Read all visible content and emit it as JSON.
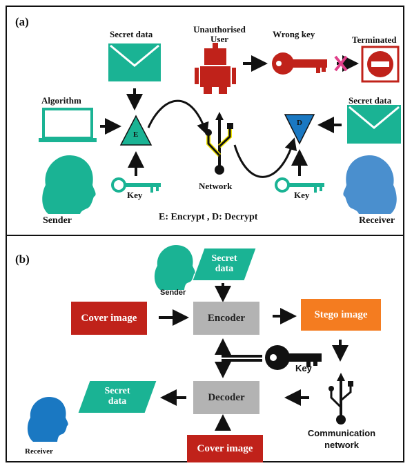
{
  "panel_a": {
    "label": "(a)",
    "secret_data_sender": "Secret data",
    "unauthorised_user": "Unauthorised User",
    "wrong_key": "Wrong key",
    "terminated": "Terminated",
    "algorithm": "Algorithm",
    "encrypt_symbol": "E",
    "decrypt_symbol": "D",
    "network": "Network",
    "key_left": "Key",
    "key_right": "Key",
    "secret_data_receiver": "Secret data",
    "sender": "Sender",
    "receiver": "Receiver",
    "legend": "E: Encrypt  ,  D: Decrypt"
  },
  "panel_b": {
    "label": "(b)",
    "secret_data_top": "Secret data",
    "sender": "Sender",
    "cover_image_left": "Cover image",
    "encoder": "Encoder",
    "stego_image": "Stego image",
    "key": "Key",
    "secret_data_left": "Secret data",
    "decoder": "Decoder",
    "communication_network": "Communication network",
    "receiver": "Receiver",
    "cover_image_bottom": "Cover image"
  },
  "colors": {
    "teal": "#1ab394",
    "red": "#c0221a",
    "orange": "#f47c20",
    "gray": "#b3b3b3",
    "blue": "#1a78c2",
    "light_blue": "#4a8fce",
    "yellow": "#f2e600",
    "pink_x": "#e0408a"
  }
}
